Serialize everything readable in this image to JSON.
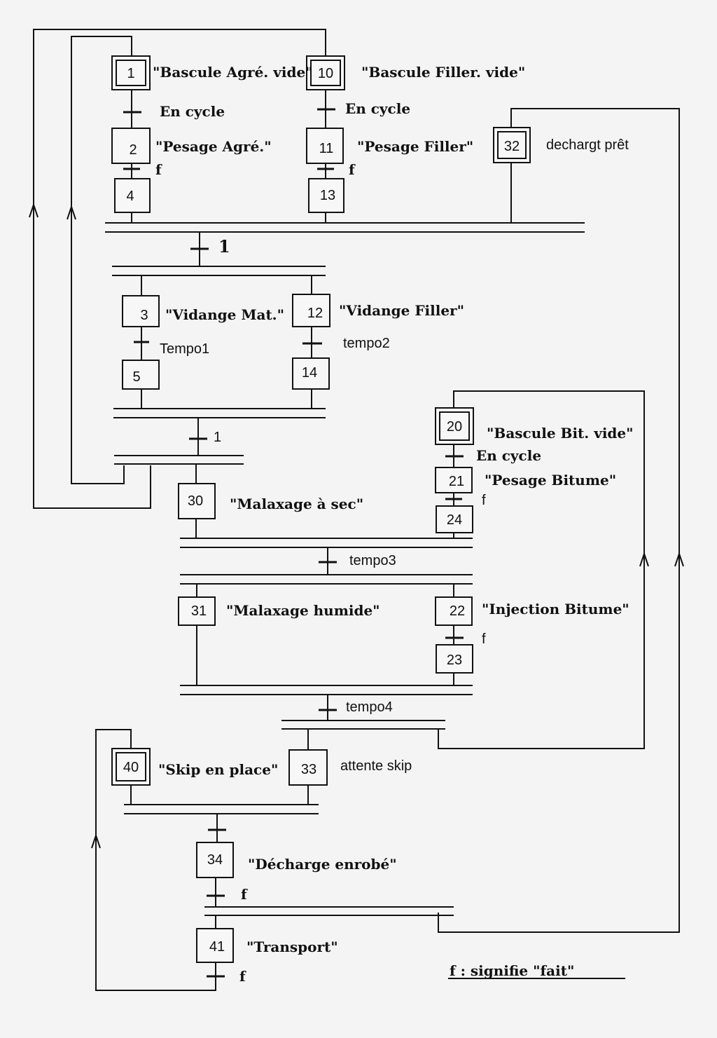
{
  "steps": {
    "s1": "1",
    "s2": "2",
    "s3": "3",
    "s4": "4",
    "s5": "5",
    "s10": "10",
    "s11": "11",
    "s12": "12",
    "s13": "13",
    "s14": "14",
    "s20": "20",
    "s21": "21",
    "s22": "22",
    "s23": "23",
    "s24": "24",
    "s30": "30",
    "s31": "31",
    "s32": "32",
    "s33": "33",
    "s34": "34",
    "s40": "40",
    "s41": "41"
  },
  "actions": {
    "a1": "\"Bascule Agré. vide\"",
    "a10": "\"Bascule Filler. vide\"",
    "a32": "dechargt prêt",
    "a2": "\"Pesage Agré.\"",
    "a11": "\"Pesage Filler\"",
    "a3": "\"Vidange Mat.\"",
    "a12": "\"Vidange Filler\"",
    "a20": "\"Bascule Bit. vide\"",
    "a21": "\"Pesage Bitume\"",
    "a30": "\"Malaxage à sec\"",
    "a31": "\"Malaxage humide\"",
    "a22": "\"Injection Bitume\"",
    "a40": "\"Skip en place\"",
    "a33": "attente skip",
    "a34": "\"Décharge enrobé\"",
    "a41": "\"Transport\""
  },
  "transitions": {
    "t1_2": "En cycle",
    "t10_11": "En cycle",
    "t20_21": "En cycle",
    "t2_4": "f",
    "t11_13": "f",
    "t21_24": "f",
    "t22_23": "f",
    "t34": "f",
    "t41": "f",
    "tsync1": "1",
    "tsync2": "1",
    "tempo1": "Tempo1",
    "tempo2": "tempo2",
    "tempo3": "tempo3",
    "tempo4": "tempo4"
  },
  "legend": "f : signifie \"fait\""
}
